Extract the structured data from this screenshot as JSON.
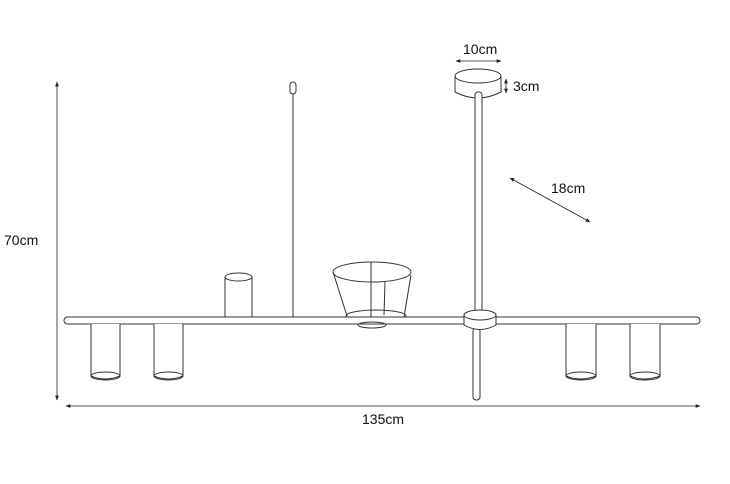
{
  "dimensions": {
    "height": "70cm",
    "width": "135cm",
    "canopy_diameter": "10cm",
    "canopy_height": "3cm",
    "shade_length": "18cm"
  },
  "line_color": "#333333",
  "background": "#ffffff"
}
